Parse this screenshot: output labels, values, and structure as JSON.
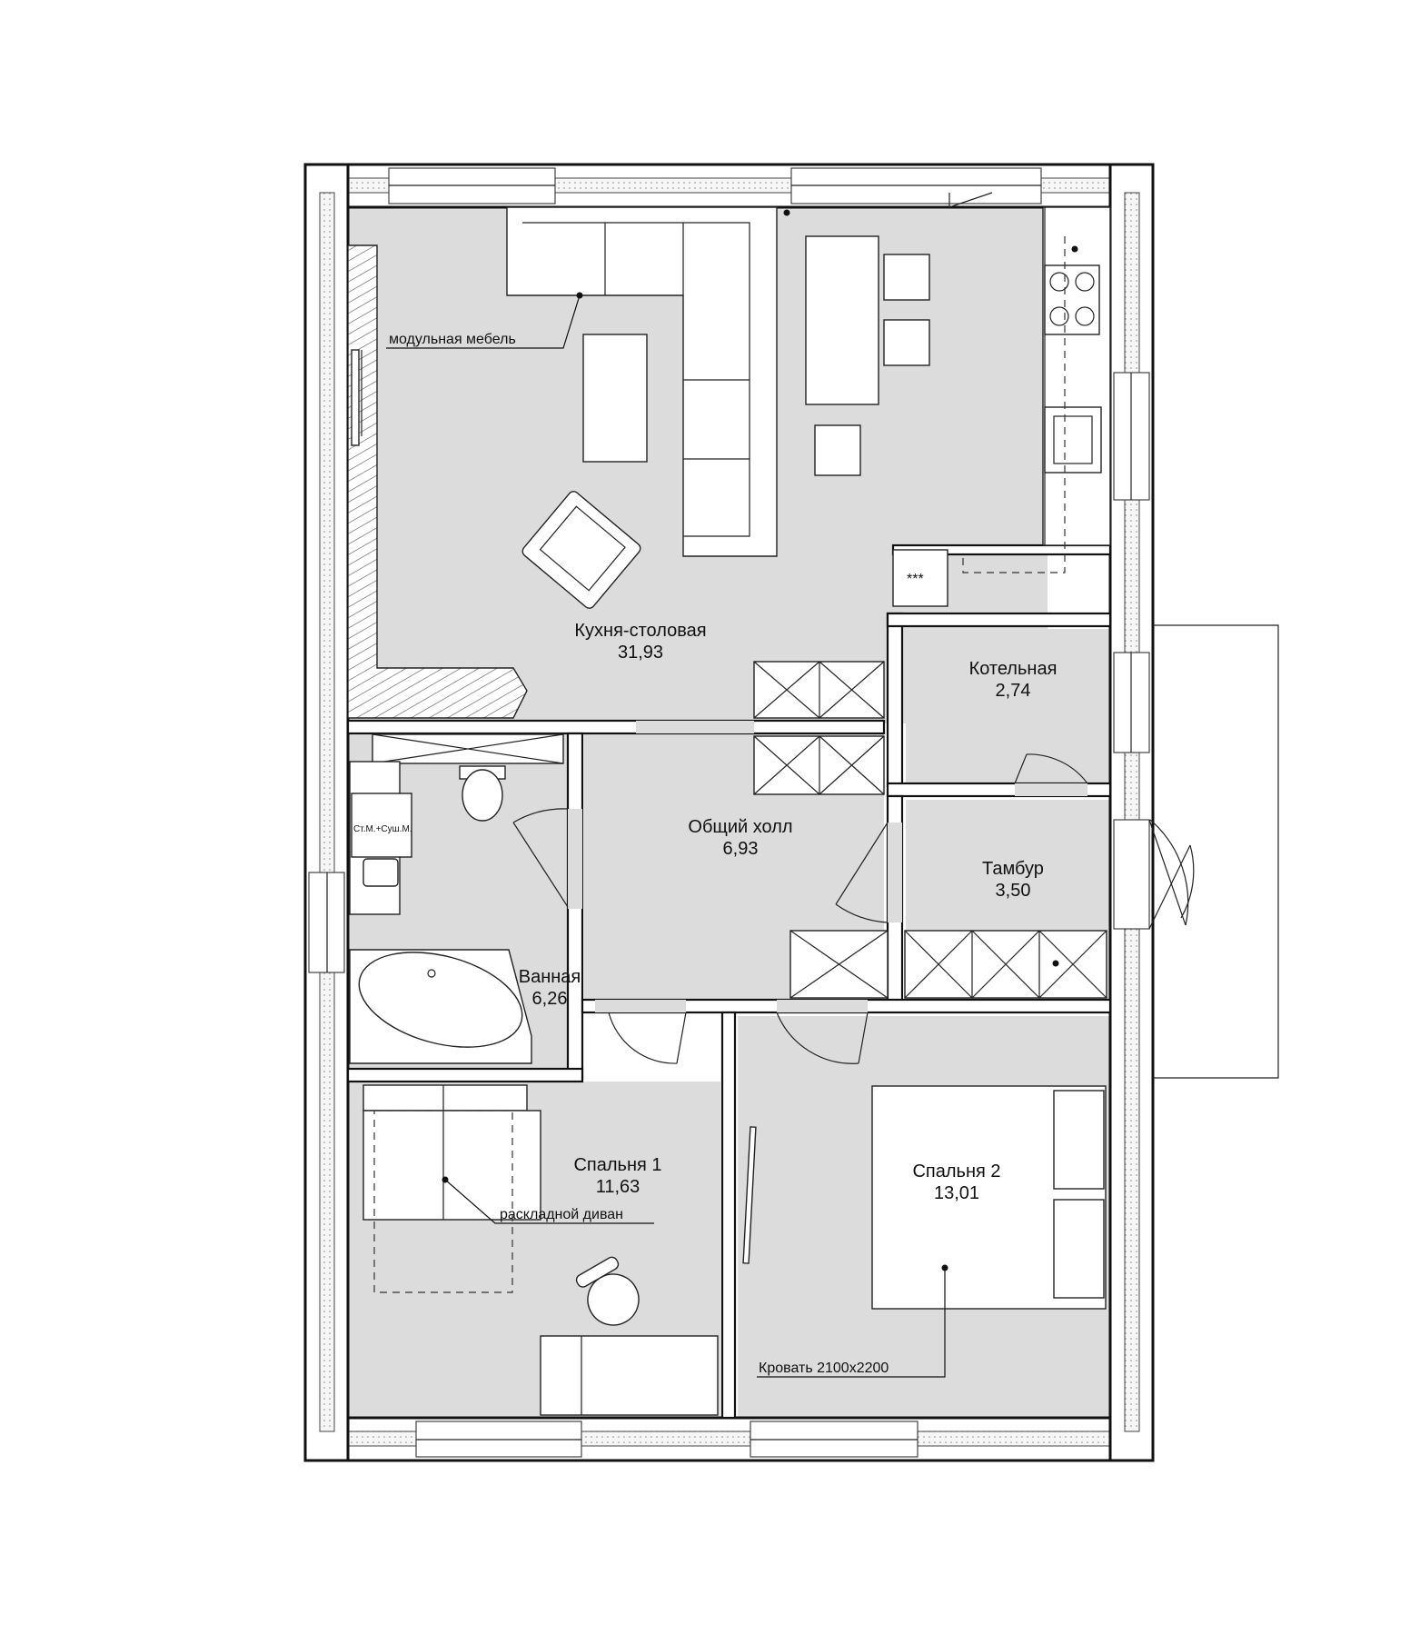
{
  "rooms": {
    "kitchen": {
      "name": "Кухня-столовая",
      "area": "31,93"
    },
    "boiler": {
      "name": "Котельная",
      "area": "2,74"
    },
    "hall": {
      "name": "Общий холл",
      "area": "6,93"
    },
    "vestibule": {
      "name": "Тамбур",
      "area": "3,50"
    },
    "bathroom": {
      "name": "Ванная",
      "area": "6,26"
    },
    "bedroom1": {
      "name": "Спальня 1",
      "area": "11,63"
    },
    "bedroom2": {
      "name": "Спальня 2",
      "area": "13,01"
    }
  },
  "annotations": {
    "modular_furniture": "модульная мебель",
    "sofa_bed": "раскладной диван",
    "bed": "Кровать 2100х2200",
    "washer_dryer": "Ст.М.+Суш.М.",
    "appliance_marks": "***"
  }
}
